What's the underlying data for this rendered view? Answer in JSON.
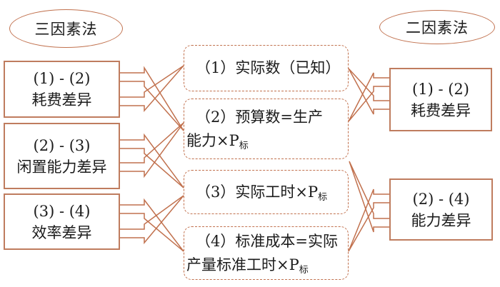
{
  "colors": {
    "accent": "#c1714e",
    "box_border": "#bf7c5e",
    "text": "#1b1b1b"
  },
  "ellipses": {
    "left": {
      "label": "三因素法"
    },
    "right": {
      "label": "二因素法"
    }
  },
  "left_boxes": [
    {
      "formula": "(1) - (2)",
      "name": "耗费差异"
    },
    {
      "formula": "(2) - (3)",
      "name": "闲置能力差异"
    },
    {
      "formula": "(3) - (4)",
      "name": "效率差异"
    }
  ],
  "right_boxes": [
    {
      "formula": "(1) - (2)",
      "name": "耗费差异"
    },
    {
      "formula": "(2) - (4)",
      "name": "能力差异"
    }
  ],
  "middle_boxes": [
    {
      "lines": [
        [
          {
            "t": "（1）实际数（已知）"
          }
        ]
      ]
    },
    {
      "lines": [
        [
          {
            "t": "（2）预算数=生产"
          }
        ],
        [
          {
            "t": "能力×P"
          },
          {
            "t": "标",
            "sub": true
          }
        ]
      ]
    },
    {
      "lines": [
        [
          {
            "t": "（3）实际工时×P"
          },
          {
            "t": "标",
            "sub": true
          }
        ]
      ]
    },
    {
      "lines": [
        [
          {
            "t": "（4）标准成本=实际"
          }
        ],
        [
          {
            "t": "产量标准工时×P"
          },
          {
            "t": "标",
            "sub": true
          }
        ]
      ]
    }
  ],
  "connections": [
    {
      "from": "left-box-1",
      "to": [
        "middle-box-1",
        "middle-box-2"
      ]
    },
    {
      "from": "left-box-2",
      "to": [
        "middle-box-2",
        "middle-box-3"
      ]
    },
    {
      "from": "left-box-3",
      "to": [
        "middle-box-3",
        "middle-box-4"
      ]
    },
    {
      "from": "right-box-1",
      "to": [
        "middle-box-1",
        "middle-box-2"
      ]
    },
    {
      "from": "right-box-2",
      "to": [
        "middle-box-2",
        "middle-box-4"
      ]
    }
  ]
}
